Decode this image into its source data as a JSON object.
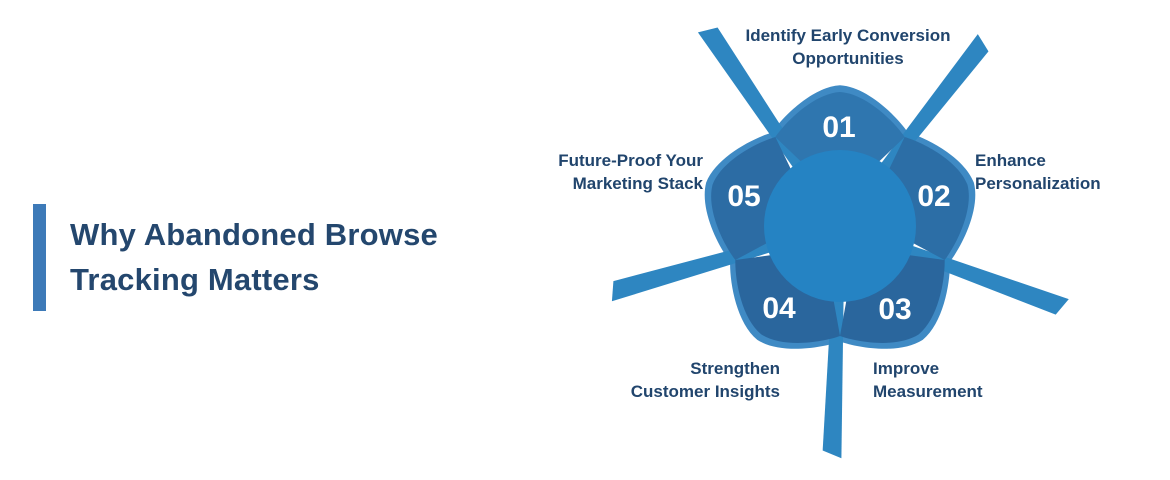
{
  "title": {
    "line1": "Why Abandoned Browse",
    "line2": "Tracking Matters"
  },
  "diagram": {
    "items": [
      {
        "number": "01",
        "line1": "Identify Early Conversion",
        "line2": "Opportunities"
      },
      {
        "number": "02",
        "line1": "Enhance",
        "line2": "Personalization"
      },
      {
        "number": "03",
        "line1": "Improve",
        "line2": "Measurement"
      },
      {
        "number": "04",
        "line1": "Strengthen",
        "line2": "Customer Insights"
      },
      {
        "number": "05",
        "line1": "Future-Proof Your",
        "line2": "Marketing Stack"
      }
    ],
    "petal_fills": [
      "#2F76AF",
      "#2C6EA6",
      "#2A669D",
      "#2A669D",
      "#2C6CA4"
    ],
    "colors": {
      "ray": "#2E86C1",
      "backing": "#3F8AC4",
      "center_circle": "#2583C3",
      "number_text": "#FFFFFF",
      "label_text": "#21456D",
      "title_text": "#24476E",
      "accent_bar": "#3D7AB8",
      "background": "#FFFFFF"
    }
  }
}
